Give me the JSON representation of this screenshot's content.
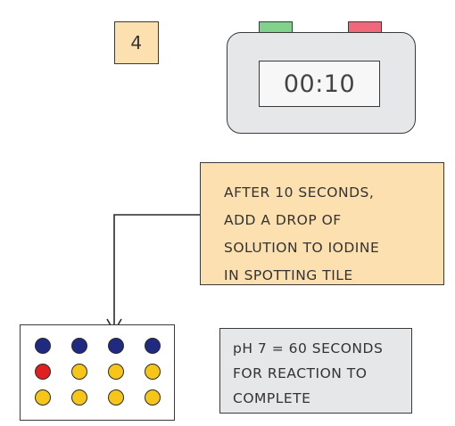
{
  "step": {
    "number": "4"
  },
  "stopwatch": {
    "time": "00:10",
    "start_button_color": "#7fd18c",
    "stop_button_color": "#f0697a"
  },
  "instruction": {
    "lines": [
      "AFTER 10 SECONDS,",
      "ADD A DROP OF",
      "SOLUTION TO IODINE",
      "IN SPOTTING TILE"
    ]
  },
  "spotting_tile": {
    "colors": {
      "blue": "#1f2a80",
      "red": "#e02020",
      "yellow": "#f5c518"
    },
    "rows": [
      [
        "blue",
        "blue",
        "blue",
        "blue"
      ],
      [
        "red",
        "yellow",
        "yellow",
        "yellow"
      ],
      [
        "yellow",
        "yellow",
        "yellow",
        "yellow"
      ]
    ]
  },
  "result": {
    "lines": [
      "pH 7 = 60  SECONDS",
      "FOR  REACTION  TO",
      "COMPLETE"
    ]
  }
}
